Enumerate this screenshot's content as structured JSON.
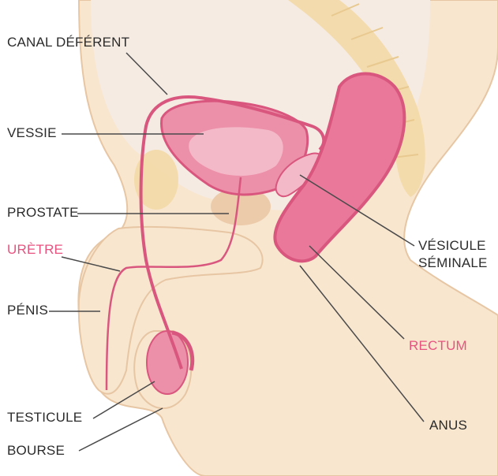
{
  "colors": {
    "skin": "#f8e6cf",
    "skin_outline": "#e7c6a4",
    "abdomen": "#f5ebe3",
    "spine": "#f3d9a6",
    "organ": "#ec8fa8",
    "organ_dark": "#d9577f",
    "organ_light": "#f4b9c8",
    "prostate": "#eccbaa",
    "line": "#4a4a4a",
    "label_dark": "#2b2b2b",
    "label_pink": "#e8527f"
  },
  "labels": {
    "canal_deferent": "CANAL DÉFÉRENT",
    "vessie": "VESSIE",
    "prostate": "PROSTATE",
    "uretre": "URÈTRE",
    "penis": "PÉNIS",
    "testicule": "TESTICULE",
    "bourse": "BOURSE",
    "vesicule_line1": "VÉSICULE",
    "vesicule_line2": "SÉMINALE",
    "rectum": "RECTUM",
    "anus": "ANUS"
  }
}
